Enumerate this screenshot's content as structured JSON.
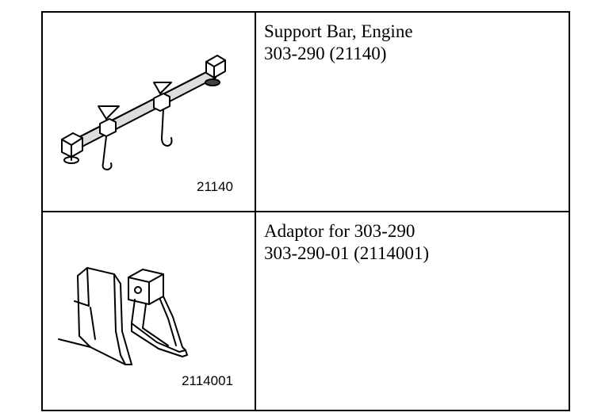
{
  "tools": [
    {
      "name": "Support Bar, Engine",
      "number": "303-290 (21140)",
      "figure_code": "21140",
      "icon": "engine-support-bar-illustration"
    },
    {
      "name": "Adaptor for 303-290",
      "number": "303-290-01 (2114001)",
      "figure_code": "2114001",
      "icon": "support-bar-adaptor-illustration"
    }
  ]
}
